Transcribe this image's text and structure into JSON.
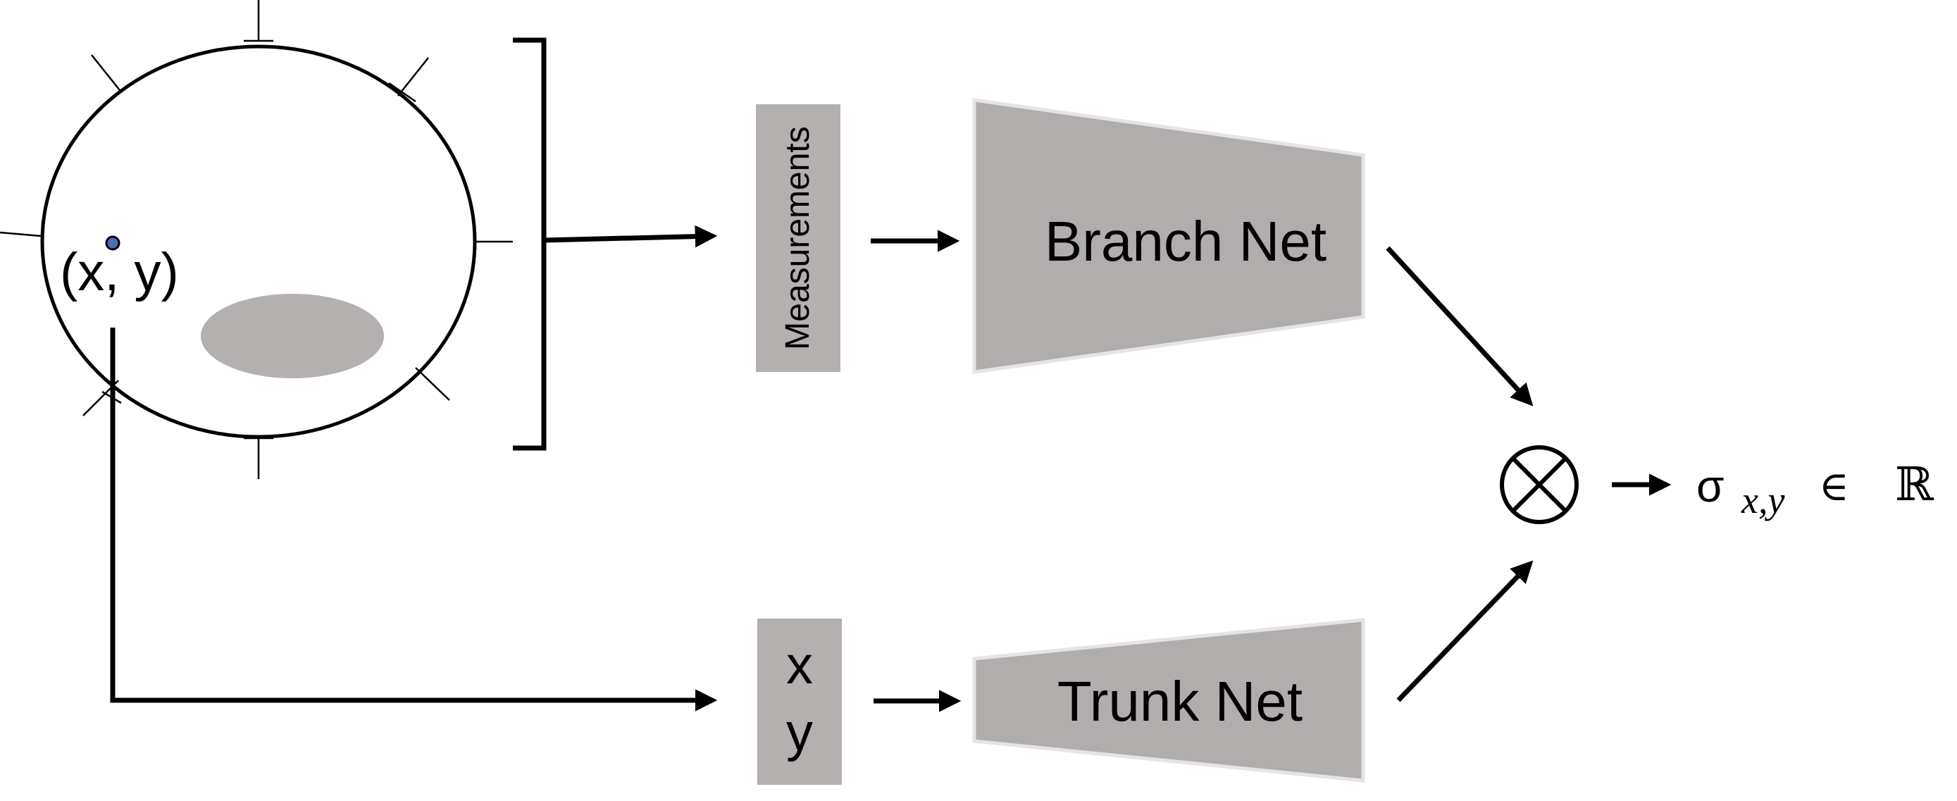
{
  "point_label": "(x, y)",
  "measurements_label": "Measurements",
  "branch_net_label": "Branch Net",
  "trunk_input": {
    "x_label": "x",
    "y_label": "y"
  },
  "trunk_net_label": "Trunk Net",
  "product_operator_icon": "circled-times-icon",
  "output": {
    "sigma": "σ",
    "subscript": "x,y",
    "element_of": "∈",
    "reals": "ℝ"
  },
  "colors": {
    "network_fill": "#b0adac",
    "network_stroke": "#e4e4e4",
    "inclusion_fill": "#b3b0af",
    "point_fill": "#4b6cb7",
    "line": "#000000"
  }
}
